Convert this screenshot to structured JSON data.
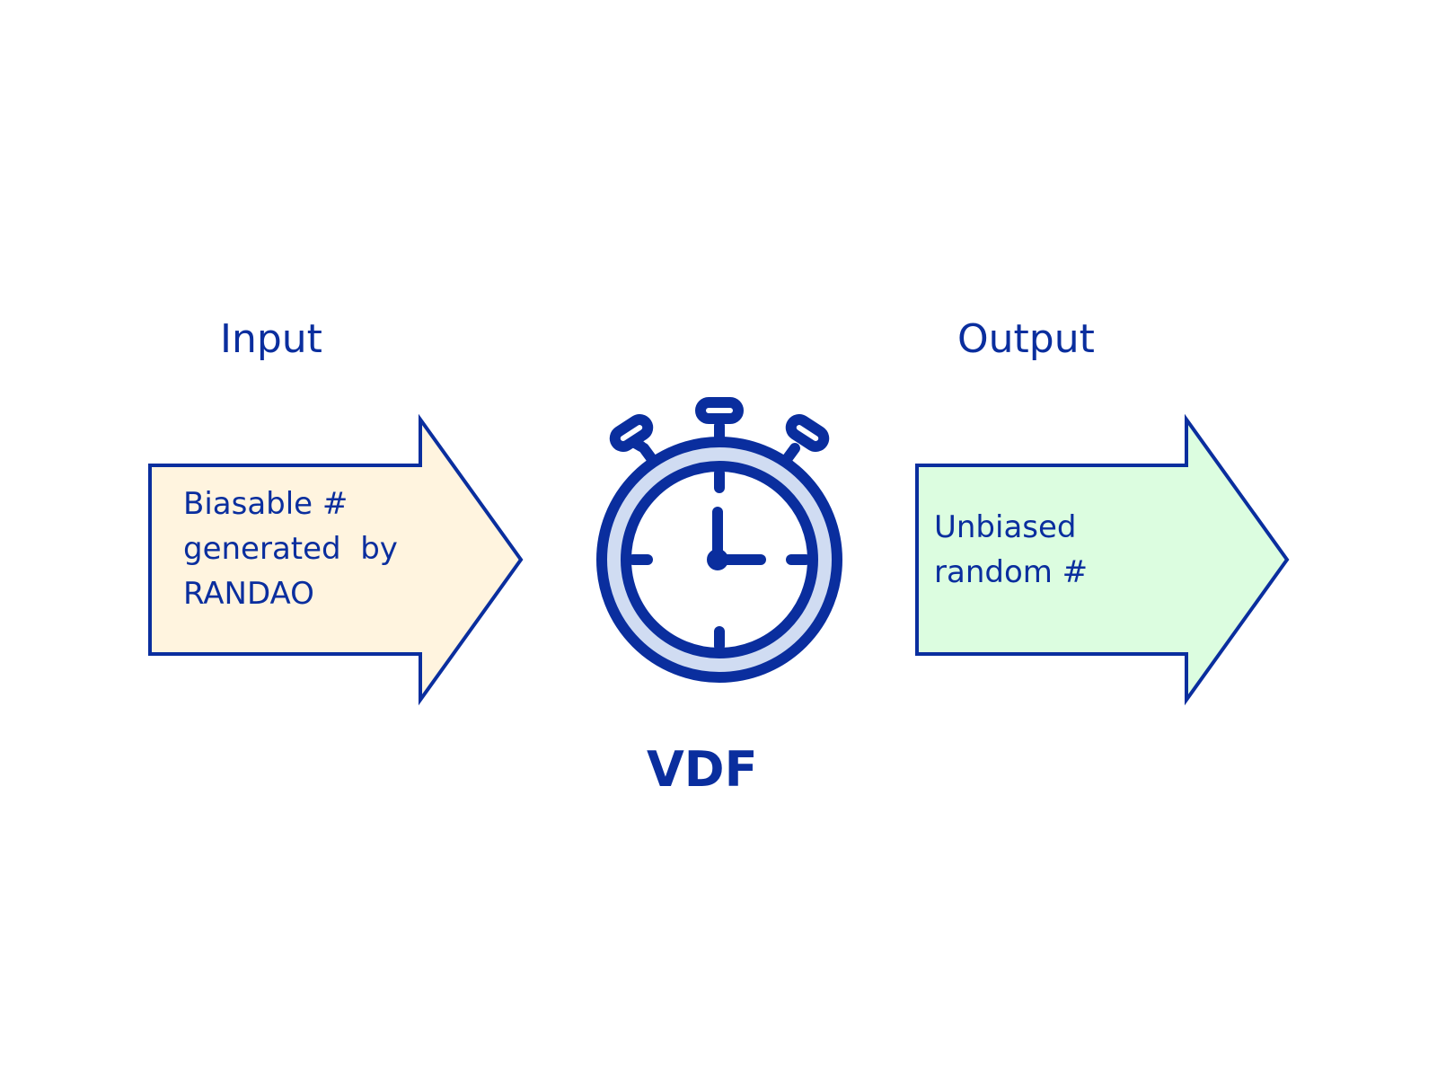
{
  "diagram": {
    "input_heading": "Input",
    "output_heading": "Output",
    "input_box_text": "Biasable #\ngenerated  by\nRANDAO",
    "output_box_text": "Unbiased\nrandom #",
    "center_label": "VDF"
  },
  "icons": {
    "center": "stopwatch-icon"
  },
  "colors": {
    "stroke": "#0a2e9e",
    "input_fill": "#fff4df",
    "output_fill": "#dcfde0",
    "stopwatch_ring": "#d0dcf2"
  }
}
